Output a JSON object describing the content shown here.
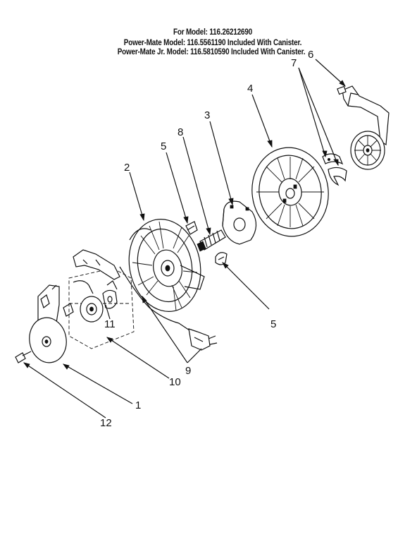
{
  "header": {
    "line1": "For Model: 116.26212690",
    "line2": "Power-Mate Model: 116.5561190 Included With Canister.",
    "line3": "Power-Mate Jr. Model: 116.5810590 Included With Canister."
  },
  "callouts": {
    "c1": "1",
    "c2": "2",
    "c3": "3",
    "c4": "4",
    "c5a": "5",
    "c5b": "5",
    "c6": "6",
    "c7": "7",
    "c8": "8",
    "c9": "9",
    "c10": "10",
    "c11": "11",
    "c12": "12"
  }
}
